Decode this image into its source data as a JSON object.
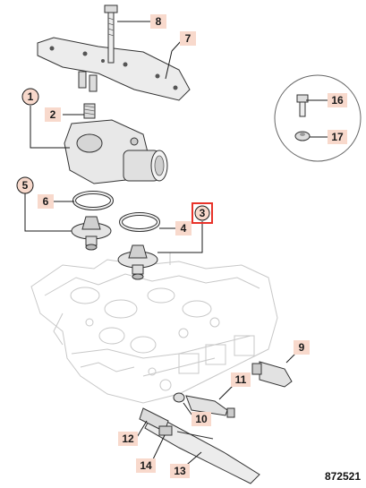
{
  "figure_number": "872521",
  "callouts": {
    "c1": "1",
    "c2": "2",
    "c3": "3",
    "c4": "4",
    "c5": "5",
    "c6": "6",
    "c7": "7",
    "c8": "8",
    "c9": "9",
    "c10": "10",
    "c11": "11",
    "c12": "12",
    "c13": "13",
    "c14": "14",
    "c16": "16",
    "c17": "17"
  },
  "colors": {
    "label_bg": "#f8d9cc",
    "highlight": "#e8332a",
    "line": "#1a1a1a",
    "part_fill": "#e6e6e6",
    "engine_line": "#c8c8c8"
  }
}
